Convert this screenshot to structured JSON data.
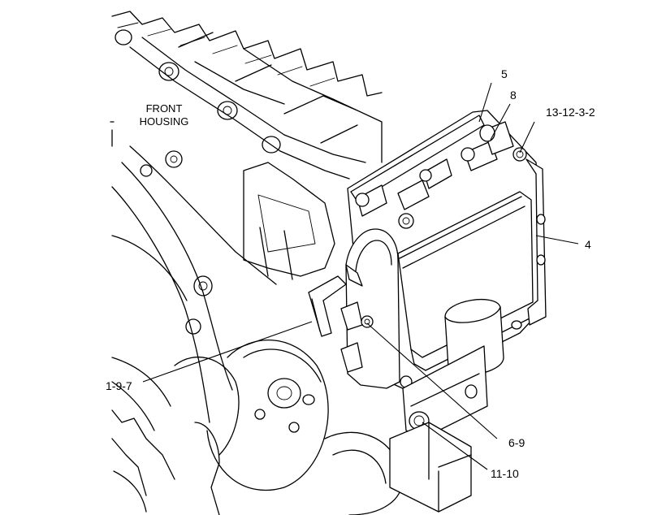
{
  "area_label": {
    "line1": "FRONT",
    "line2": "HOUSING"
  },
  "callouts": [
    {
      "id": "c5",
      "text": "5"
    },
    {
      "id": "c8",
      "text": "8"
    },
    {
      "id": "c13",
      "text": "13-12-3-2"
    },
    {
      "id": "c4",
      "text": "4"
    },
    {
      "id": "c197",
      "text": "1-9-7"
    },
    {
      "id": "c69",
      "text": "6-9"
    },
    {
      "id": "c1110",
      "text": "11-10"
    }
  ]
}
